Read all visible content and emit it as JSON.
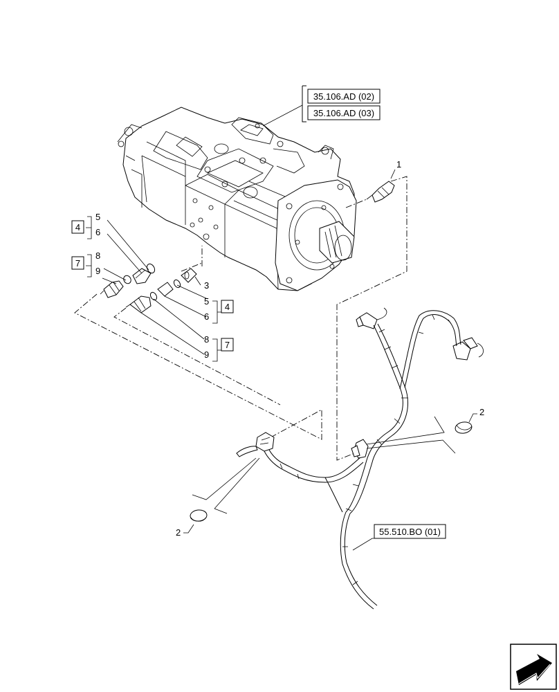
{
  "references": {
    "ref_ad02": "35.106.AD (02)",
    "ref_ad03": "35.106.AD (03)",
    "ref_bo01": "55.510.BO (01)"
  },
  "callouts": {
    "c1": "1",
    "c2a": "2",
    "c2b": "2",
    "c3": "3",
    "c5a": "5",
    "c6a": "6",
    "c8a": "8",
    "c9a": "9",
    "c5b": "5",
    "c6b": "6",
    "c8b": "8",
    "c9b": "9",
    "box4a": "4",
    "box7a": "7",
    "box4b": "4",
    "box7b": "7"
  },
  "icons": {
    "nav": "next-page-arrow-icon"
  }
}
